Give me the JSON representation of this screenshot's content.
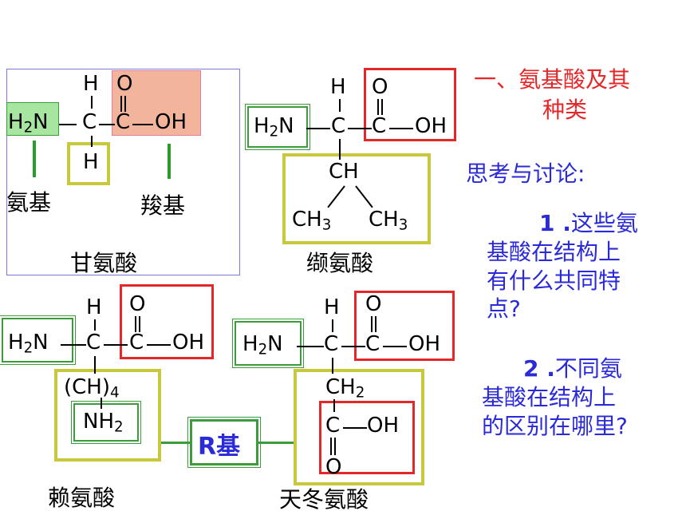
{
  "section": {
    "title_line1": "一、氨基酸及其",
    "title_line2": "种类",
    "discussion_heading": "思考与讨论:",
    "question1_num": "1 .",
    "question1_text_l1": "这些氨",
    "question1_text_l2": "基酸在结构上",
    "question1_text_l3": "有什么共同特",
    "question1_text_l4": "点?",
    "question2_num": "2 .",
    "question2_text_l1": "不同氨",
    "question2_text_l2": "基酸在结构上",
    "question2_text_l3": "的区别在哪里?"
  },
  "glycine": {
    "name": "甘氨酸",
    "amino_label": "氨基",
    "carboxyl_label": "羧基"
  },
  "valine": {
    "name": "缬氨酸"
  },
  "lysine": {
    "name": "赖氨酸"
  },
  "aspartate": {
    "name": "天冬氨酸"
  },
  "r_group": {
    "label": "R基"
  },
  "colors": {
    "red": "#e4282a",
    "yellow": "#c8c83c",
    "green": "#3c9c3c",
    "blue": "#2a2ad8",
    "carboxyl_fill": "#f2b49a",
    "amino_fill": "#a6e6a0"
  }
}
